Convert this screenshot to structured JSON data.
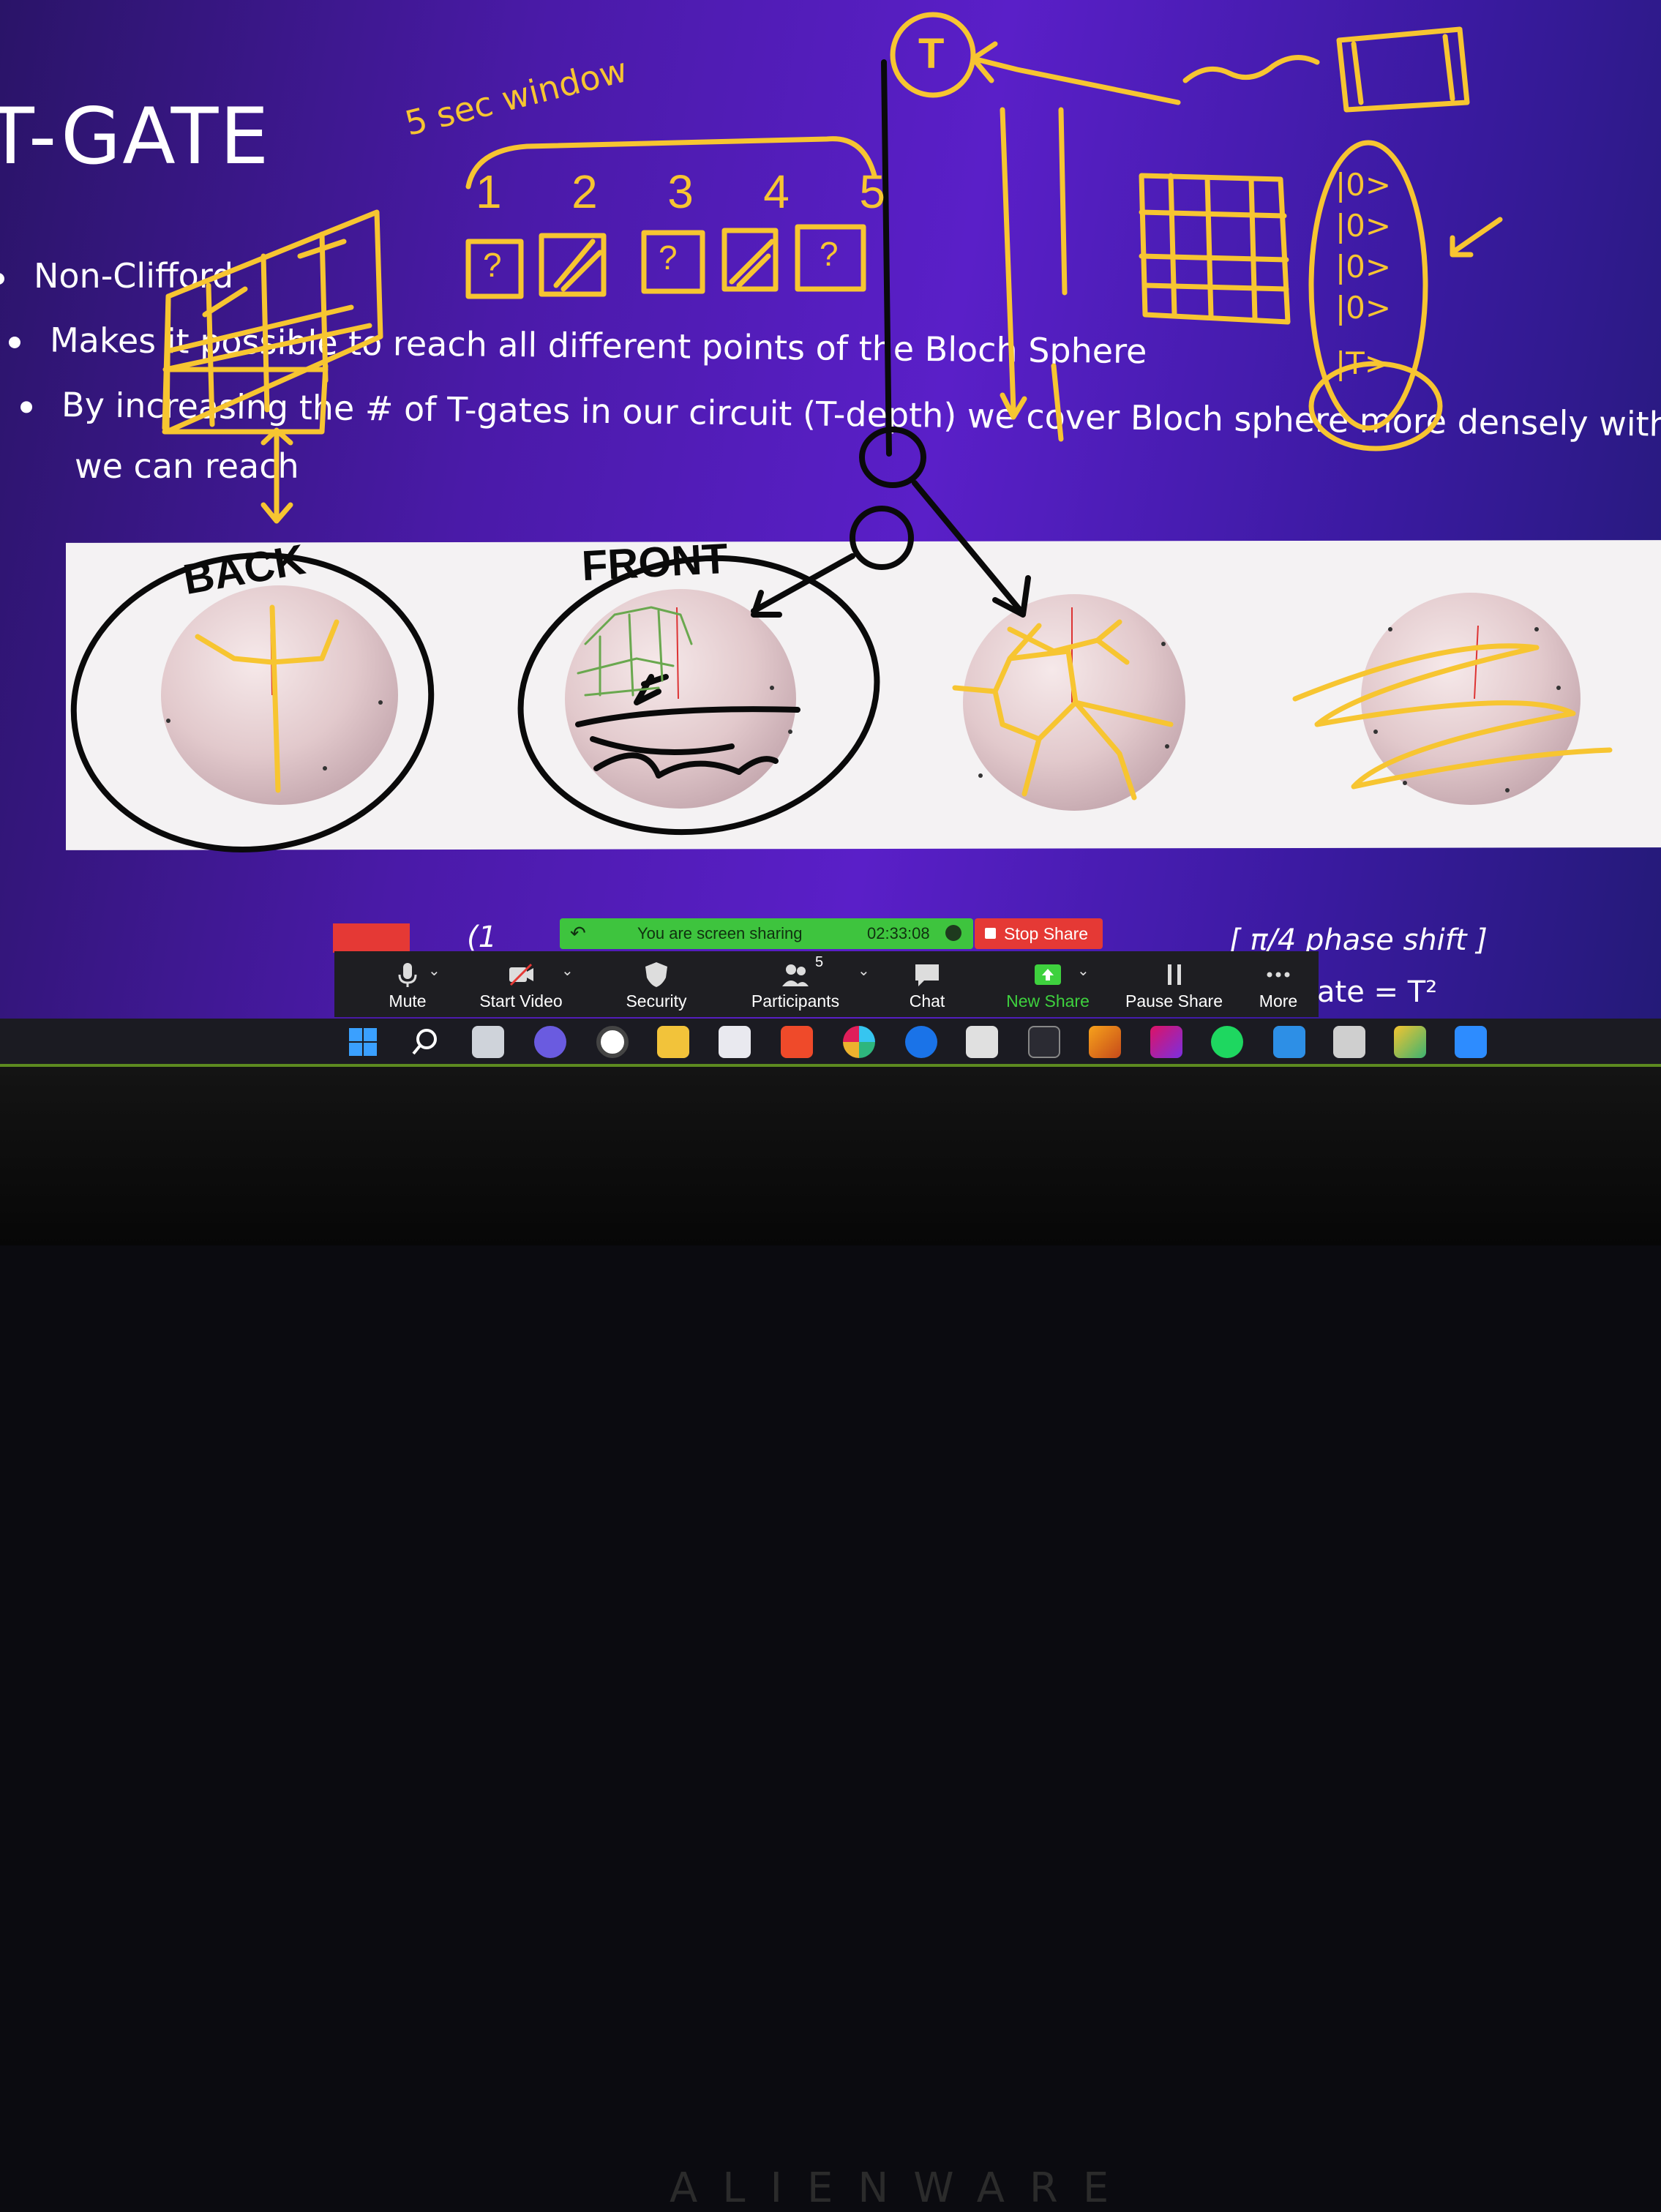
{
  "slide": {
    "title": "T-GATE",
    "bullets": [
      "Non-Clifford",
      "Makes it possible to reach all different  points of the Bloch Sphere",
      "By increasing the # of T-gates in our circuit (T-depth) we cover Bloch sphere more densely with states",
      "we can reach"
    ],
    "caption_left": "(1",
    "caption_phase": "[ π/4 phase shift ]",
    "caption_gate": "ate = T²"
  },
  "annotations": {
    "window_note": "5 sec window",
    "numbers": [
      "1",
      "2",
      "3",
      "4",
      "5"
    ],
    "question_mark": "?",
    "t_label": "T",
    "back_label": "BACK",
    "front_label": "FRONT",
    "kets": [
      "|0>",
      "|0>",
      "|0>",
      "|0>",
      "|T>"
    ],
    "ink_colors": {
      "yellow": "#f7c531",
      "black": "#0a0a0a",
      "green": "#6aa84f"
    }
  },
  "zoom": {
    "sharing_text": "You are screen sharing",
    "timer": "02:33:08",
    "stop_share": "Stop Share",
    "toolbar": [
      {
        "label": "Mute",
        "icon": "microphone-icon"
      },
      {
        "label": "Start Video",
        "icon": "video-off-icon"
      },
      {
        "label": "Security",
        "icon": "shield-icon"
      },
      {
        "label": "Participants",
        "icon": "participants-icon",
        "count": "5"
      },
      {
        "label": "Chat",
        "icon": "chat-icon"
      },
      {
        "label": "New Share",
        "icon": "share-arrow-icon"
      },
      {
        "label": "Pause Share",
        "icon": "pause-icon"
      },
      {
        "label": "More",
        "icon": "more-dots-icon"
      }
    ],
    "colors": {
      "share_green": "#3ec43e",
      "stop_red": "#e53935",
      "toolbar_bg": "#1e1e22"
    }
  },
  "taskbar": {
    "icons": [
      "windows-start-icon",
      "search-icon",
      "task-view-icon",
      "teams-chat-icon",
      "chrome-icon",
      "file-explorer-icon",
      "snipping-tool-icon",
      "brave-icon",
      "slack-icon",
      "onepassword-icon",
      "unity-icon",
      "terminal-icon",
      "matlab-icon",
      "rider-icon",
      "spotify-icon",
      "vscode-icon",
      "unity-hub-icon",
      "git-icon",
      "zoom-icon"
    ]
  },
  "device": {
    "brand": "ALIENWARE"
  }
}
